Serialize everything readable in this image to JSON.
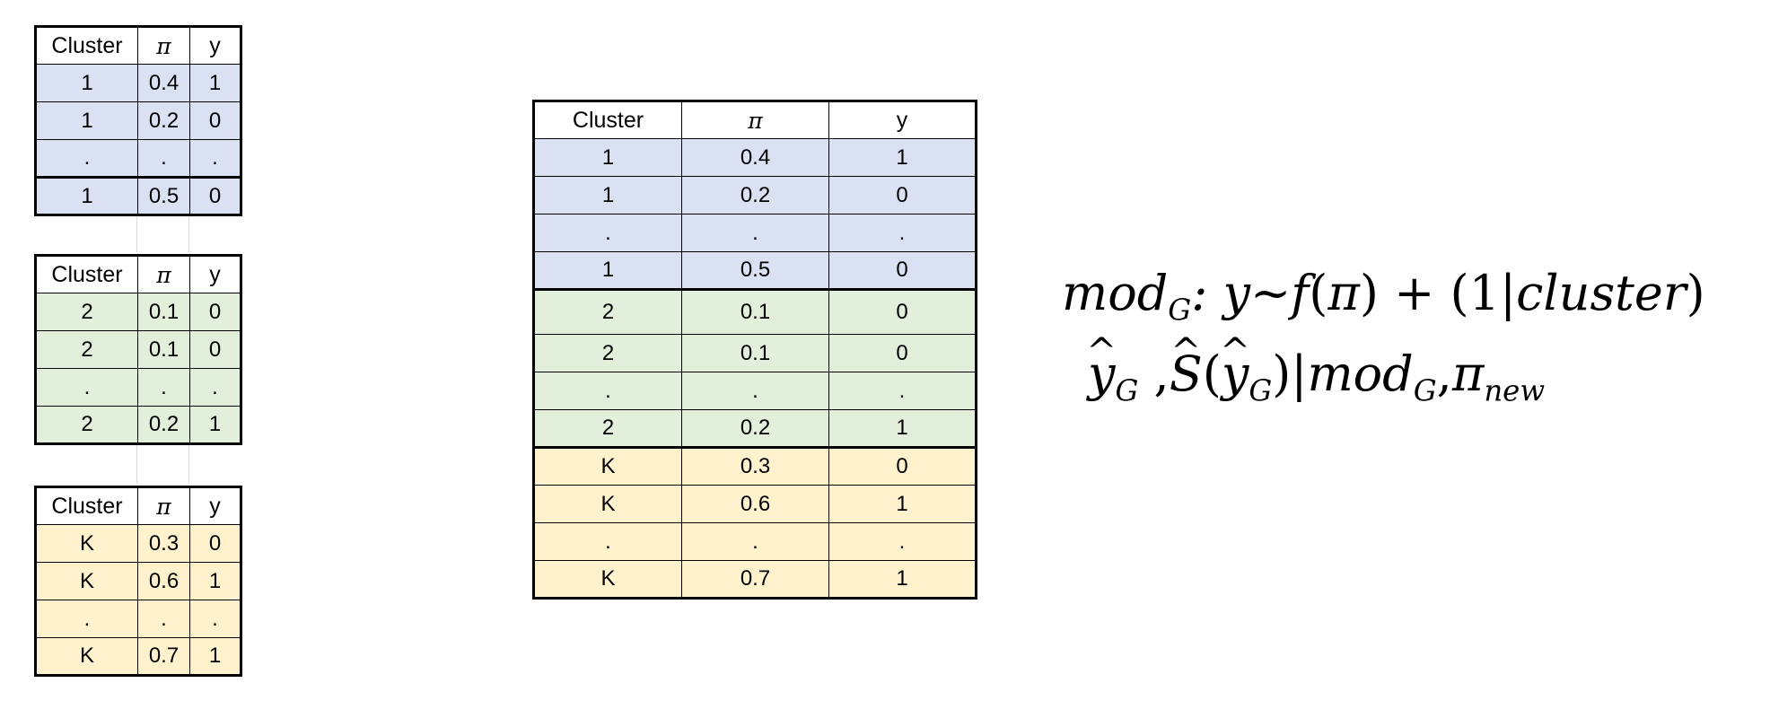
{
  "header": {
    "cluster": "Cluster",
    "pi": "π",
    "y": "y"
  },
  "small_tables": [
    {
      "rows": [
        [
          "1",
          "0.4",
          "1"
        ],
        [
          "1",
          "0.2",
          "0"
        ],
        [
          ".",
          ".",
          "."
        ],
        [
          "1",
          "0.5",
          "0"
        ]
      ]
    },
    {
      "rows": [
        [
          "2",
          "0.1",
          "0"
        ],
        [
          "2",
          "0.1",
          "0"
        ],
        [
          ".",
          ".",
          "."
        ],
        [
          "2",
          "0.2",
          "1"
        ]
      ]
    },
    {
      "rows": [
        [
          "K",
          "0.3",
          "0"
        ],
        [
          "K",
          "0.6",
          "1"
        ],
        [
          ".",
          ".",
          "."
        ],
        [
          "K",
          "0.7",
          "1"
        ]
      ]
    }
  ],
  "big_table": {
    "rows": [
      [
        "1",
        "0.4",
        "1"
      ],
      [
        "1",
        "0.2",
        "0"
      ],
      [
        ".",
        ".",
        "."
      ],
      [
        "1",
        "0.5",
        "0"
      ],
      [
        "2",
        "0.1",
        "0"
      ],
      [
        "2",
        "0.1",
        "0"
      ],
      [
        ".",
        ".",
        "."
      ],
      [
        "2",
        "0.2",
        "1"
      ],
      [
        "K",
        "0.3",
        "0"
      ],
      [
        "K",
        "0.6",
        "1"
      ],
      [
        ".",
        ".",
        "."
      ],
      [
        "K",
        "0.7",
        "1"
      ]
    ]
  },
  "formula": {
    "line1": {
      "mod": "mod",
      "G": "G",
      "colon_y": ": y~",
      "f": "f",
      "pi_open": "(",
      "pi": "π",
      "close": ")",
      "plus": " + ",
      "re_open": "(1|",
      "cluster": "cluster",
      "re_close": ")"
    },
    "line2": {
      "y": "y",
      "G": "G",
      "comma": " ,",
      "S": "S",
      "open": "(",
      "y2": "y",
      "G2": "G",
      "close_bar": ")|",
      "mod": "mod",
      "G3": "G",
      "comma2": ",",
      "pi": "π",
      "new": "new"
    }
  },
  "colors": {
    "blue": "#dae1f3",
    "green": "#e2efdb",
    "yellow": "#fff2cc",
    "border": "#000000"
  }
}
